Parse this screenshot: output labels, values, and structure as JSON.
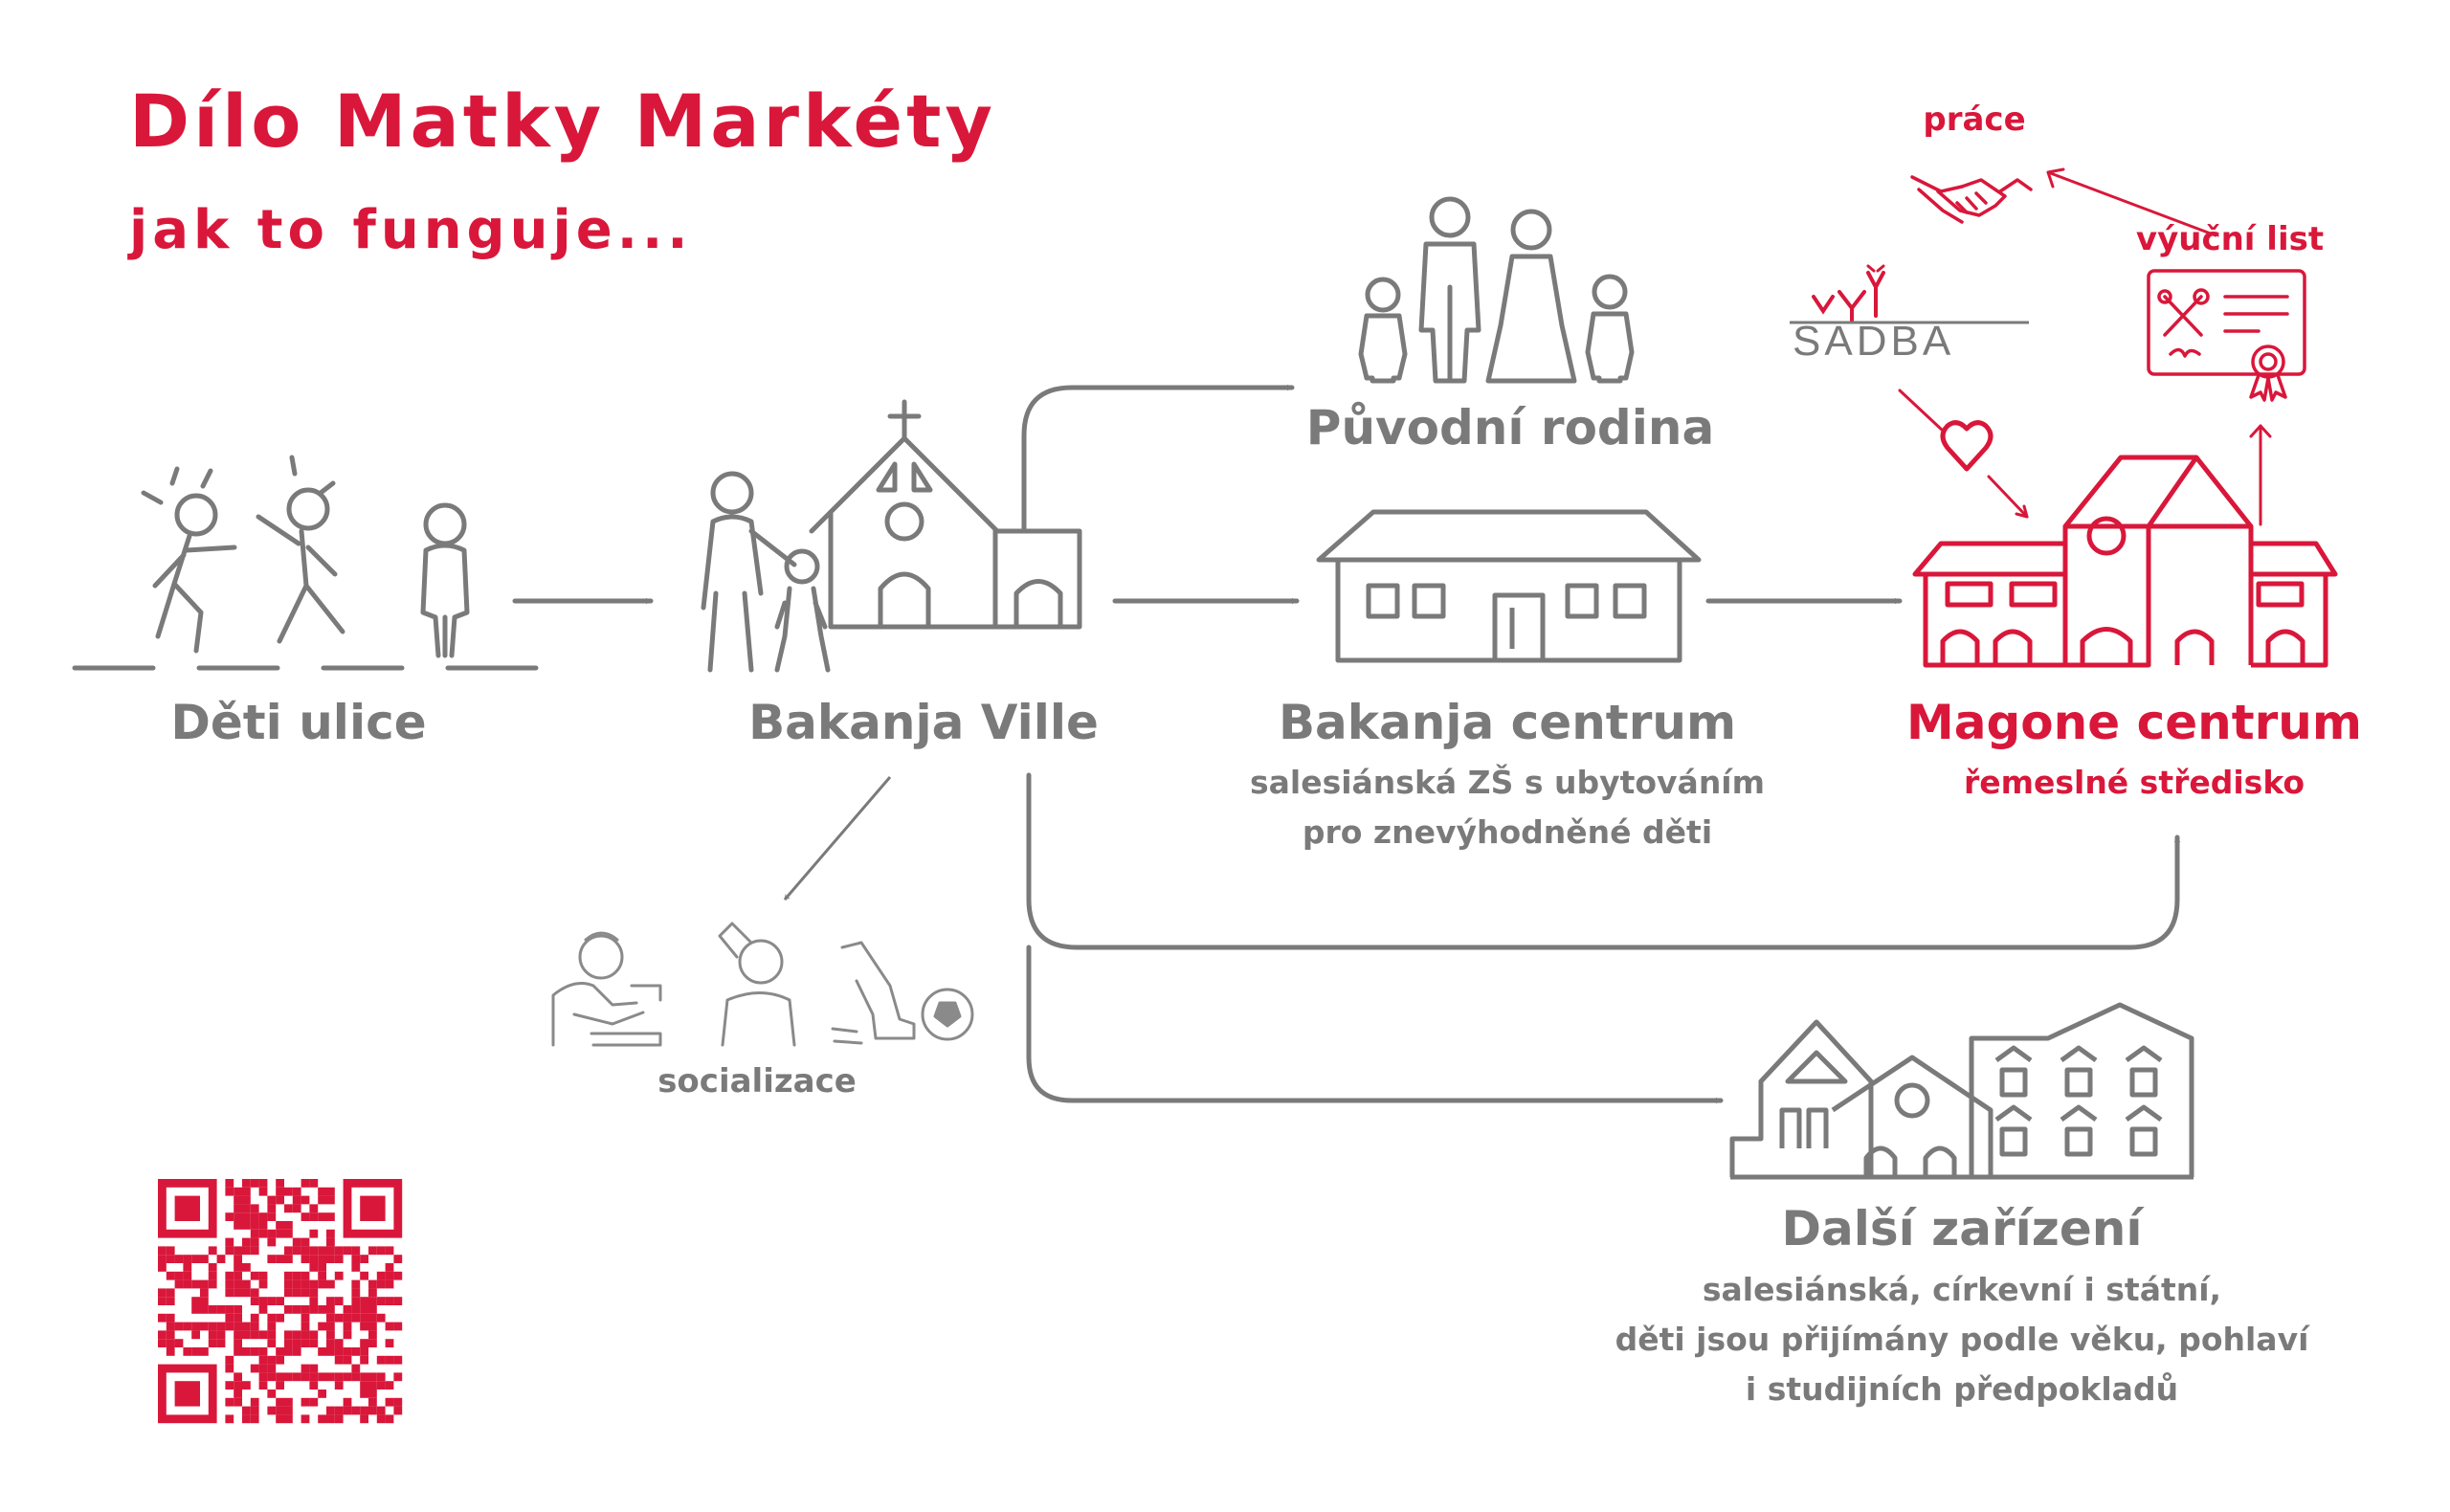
{
  "header": {
    "title": "Dílo Matky Markéty",
    "subtitle": "jak to funguje..."
  },
  "nodes": {
    "deti_ulice": {
      "label": "Děti ulice"
    },
    "bakanja_ville": {
      "label": "Bakanja Ville"
    },
    "puvodni_rodina": {
      "label": "Původní rodina"
    },
    "bakanja_centrum": {
      "label": "Bakanja centrum",
      "desc": [
        "salesiánská ZŠ s ubytováním",
        "pro znevýhodněné děti"
      ]
    },
    "magone_centrum": {
      "label": "Magone centrum",
      "desc": "řemeslné středisko"
    },
    "dalsi_zarizeni": {
      "label": "Další zařízení",
      "desc": [
        "salesiánská, církevní i státní,",
        "děti jsou přijímány podle věku, pohlaví",
        "i studijních předpokladů"
      ]
    },
    "socializace": {
      "label": "socializace"
    },
    "prace": {
      "label": "práce"
    },
    "vyucni_list": {
      "label": "výuční list"
    }
  },
  "logo": {
    "text": "SADBA"
  },
  "colors": {
    "accent": "#d9173a",
    "gray": "#7a7a7a"
  },
  "icons": [
    "street-kids-icon",
    "church-family-icon",
    "family-icon",
    "school-house-icon",
    "magone-building-icon",
    "town-buildings-icon",
    "socialization-icon",
    "handshake-icon",
    "certificate-icon",
    "heart-icon",
    "qr-code-icon"
  ]
}
